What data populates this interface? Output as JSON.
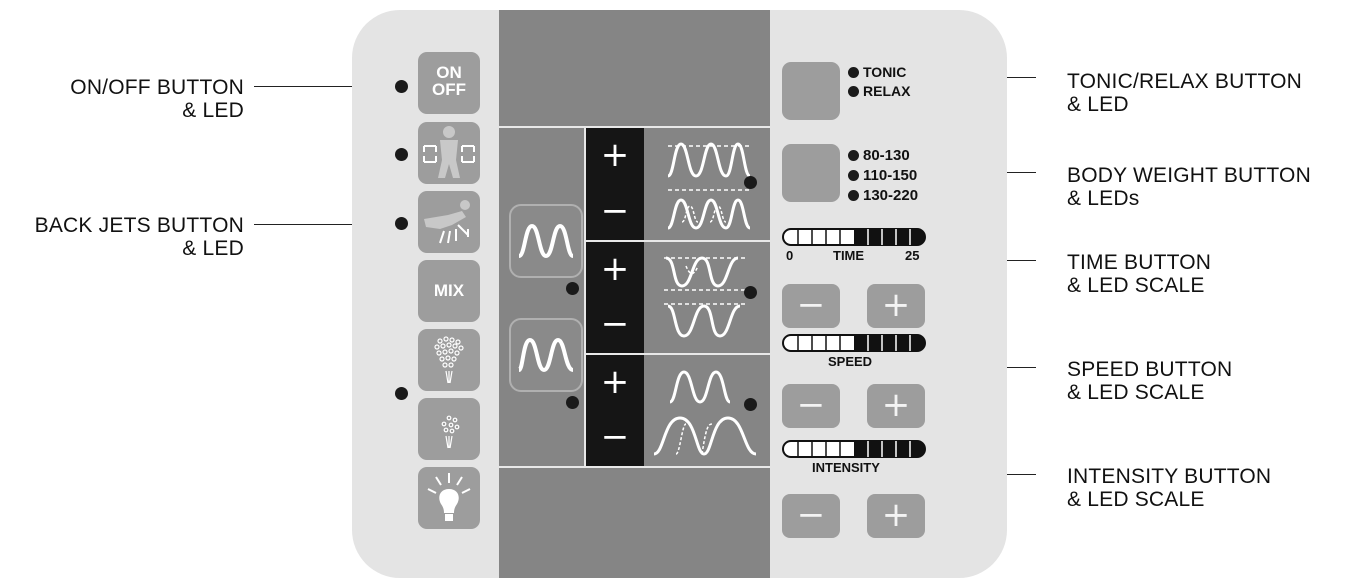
{
  "callouts": {
    "onoff": [
      "ON/OFF BUTTON",
      "& LED"
    ],
    "backjets": [
      "BACK JETS BUTTON",
      "& LED"
    ],
    "tonic": [
      "TONIC/RELAX BUTTON",
      "& LED"
    ],
    "weight": [
      "BODY WEIGHT BUTTON",
      "& LEDs"
    ],
    "time": [
      "TIME BUTTON",
      "& LED SCALE"
    ],
    "speed": [
      "SPEED BUTTON",
      "& LED SCALE"
    ],
    "intensity": [
      "INTENSITY BUTTON",
      "& LED SCALE"
    ]
  },
  "buttons": {
    "on": "ON",
    "off": "OFF",
    "mix": "MIX",
    "plus": "+",
    "minus": "−"
  },
  "tonic": {
    "tonic": "TONIC",
    "relax": "RELAX"
  },
  "weights": [
    "80-130",
    "110-150",
    "130-220"
  ],
  "scales": {
    "time": {
      "min": "0",
      "label": "TIME",
      "max": "25"
    },
    "speed": {
      "label": "SPEED"
    },
    "intensity": {
      "label": "INTENSITY"
    }
  },
  "colors": {
    "panel": "#e4e4e4",
    "center": "#858585",
    "button": "#9d9d9d",
    "led": "#1a1a1a"
  }
}
